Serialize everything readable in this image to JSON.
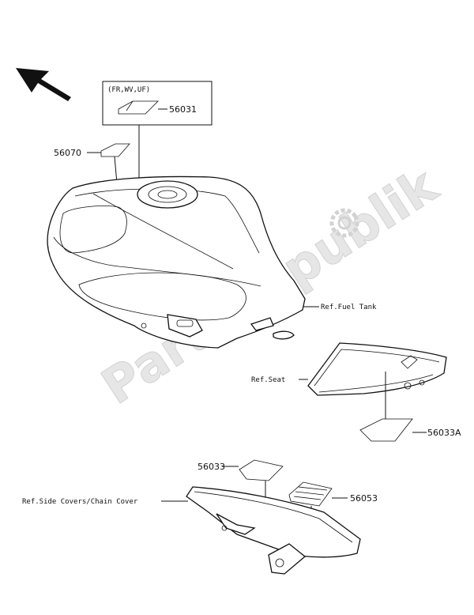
{
  "watermark": "PartsRepublik",
  "variant_label": "(FR,WV,UF)",
  "part_numbers": {
    "p56031": "56031",
    "p56070": "56070",
    "p56033A": "56033A",
    "p56033": "56033",
    "p56053": "56053"
  },
  "references": {
    "fuel_tank": "Ref.Fuel Tank",
    "seat": "Ref.Seat",
    "side_covers": "Ref.Side Covers/Chain Cover"
  },
  "icons": {
    "front_arrow": "arrow-icon",
    "watermark_gear": "gear-icon"
  }
}
